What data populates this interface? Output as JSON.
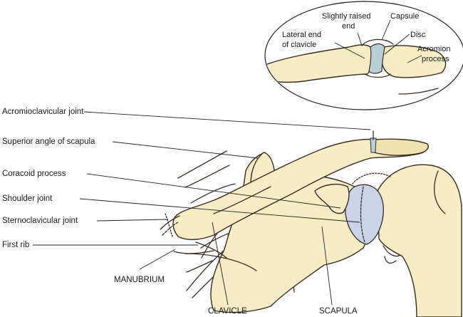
{
  "labels": {
    "acromioclavicular_joint": "Acromioclavicular joint",
    "superior_angle_of_scapula": "Superior angle of scapula",
    "coracoid_process": "Coracoid process",
    "shoulder_joint": "Shoulder joint",
    "sternoclavicular_joint": "Sternoclavicular joint",
    "first_rib": "First rib",
    "manubrium": "MANUBRIUM",
    "clavicle": "CLAVICLE",
    "scapula": "SCAPULA"
  },
  "inset_labels": {
    "slightly_raised_end_1": "Slightly raised",
    "slightly_raised_end_2": "end",
    "capsule": "Capsule",
    "lateral_end_of_clavicle_1": "Lateral end",
    "lateral_end_of_clavicle_2": "of clavicle",
    "disc": "Disc",
    "acromion_process_1": "Acromion",
    "acromion_process_2": "process"
  },
  "colors": {
    "bone": "#f7edc4",
    "cartilage": "#c9d3ea",
    "disc": "#b9cfd8",
    "outline": "#3a2c20"
  }
}
